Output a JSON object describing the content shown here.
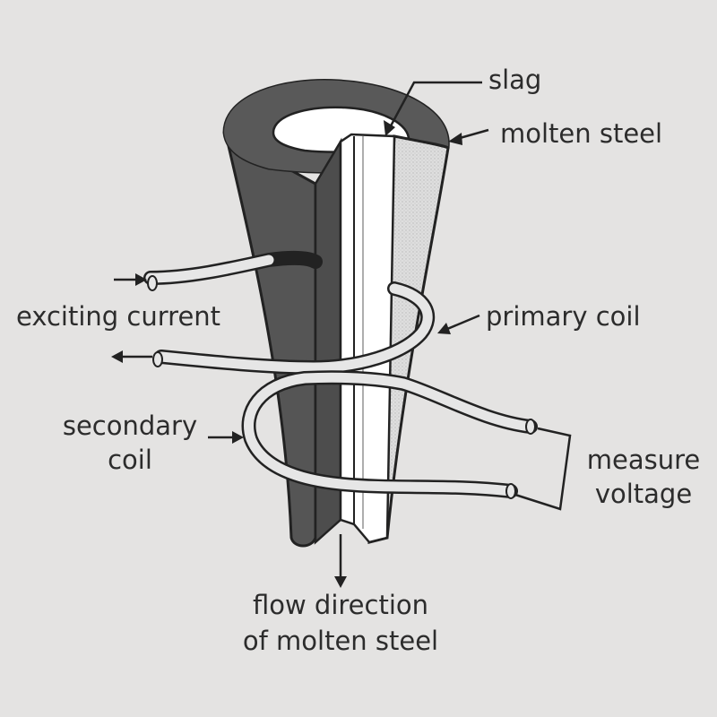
{
  "labels": {
    "slag": "slag",
    "molten_steel": "molten steel",
    "exciting_current": "exciting current",
    "primary_coil": "primary coil",
    "secondary_coil_line1": "secondary",
    "secondary_coil_line2": "coil",
    "measure_voltage_line1": "measure",
    "measure_voltage_line2": "voltage",
    "flow_direction_line1": "flow direction",
    "flow_direction_line2": "of molten steel"
  },
  "colors": {
    "background": "#e4e3e2",
    "nozzle_wall": "#555555",
    "molten_steel": "#ffffff",
    "wall_texture": "#dcdcdc",
    "outline": "#2a2a2a",
    "text": "#2c2c2c"
  }
}
